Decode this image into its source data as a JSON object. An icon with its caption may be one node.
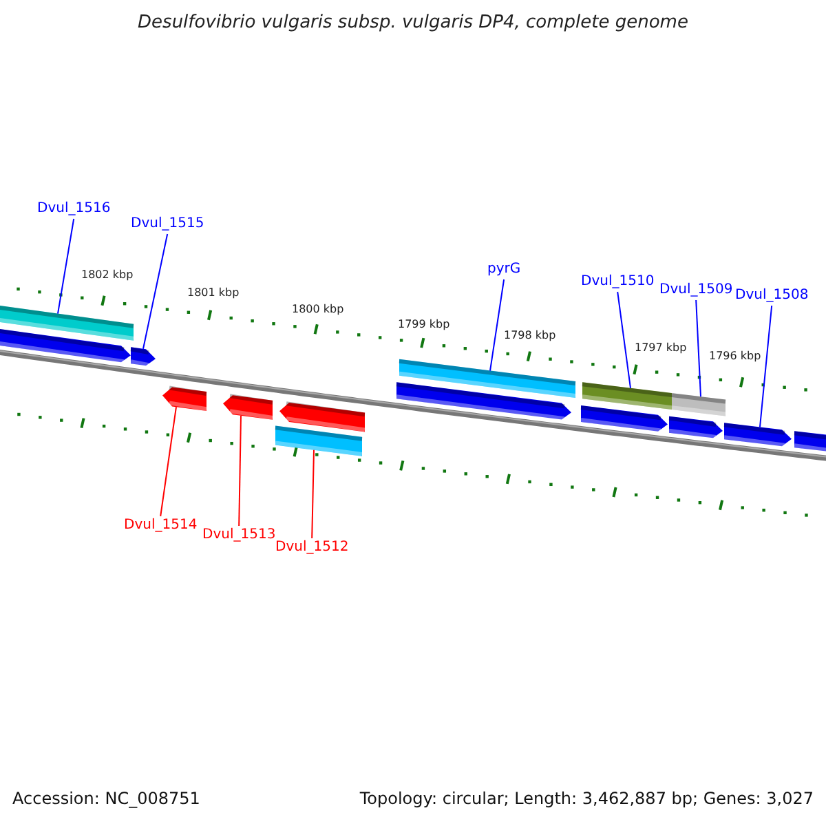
{
  "diagram": {
    "title": "Desulfovibrio vulgaris subsp. vulgaris DP4, complete genome",
    "nodes": [
      {
        "text": [
          "Dvul_1516"
        ]
      },
      {
        "text": [
          "Dvul_1515"
        ]
      },
      {
        "text": [
          "pyrG"
        ]
      },
      {
        "text": [
          "Dvul_1510"
        ]
      },
      {
        "text": [
          "Dvul_1509"
        ]
      },
      {
        "text": [
          "Dvul_1508"
        ]
      },
      {
        "text": [],
        "shape": "bar"
      },
      {
        "text": [],
        "shape": "arrow"
      },
      {
        "text": [],
        "shape": "arrow"
      },
      {
        "text": [],
        "shape": "arrow"
      },
      {
        "text": [],
        "shape": "arrow"
      },
      {
        "text": [],
        "shape": "bar"
      },
      {
        "text": [],
        "shape": "arrow"
      },
      {
        "text": [],
        "shape": "arrow"
      },
      {
        "text": [],
        "shape": "bar"
      },
      {
        "text": [],
        "shape": "arrow"
      },
      {
        "text": [],
        "shape": "bar"
      },
      {
        "text": [],
        "shape": "arrow"
      },
      {
        "text": [],
        "shape": "bar"
      },
      {
        "text": [],
        "shape": "arrow"
      },
      {
        "text": [],
        "shape": "arrow"
      },
      {
        "text": [
          "Dvul_1514"
        ]
      },
      {
        "text": [
          "Dvul_1513"
        ]
      },
      {
        "text": [
          "Dvul_1512"
        ]
      }
    ],
    "edges": [
      {
        "from": 0,
        "to": 6,
        "arrow": "none"
      },
      {
        "from": 1,
        "to": 8,
        "arrow": "none"
      },
      {
        "from": 2,
        "to": 14,
        "arrow": "none"
      },
      {
        "from": 3,
        "to": 16,
        "arrow": "none"
      },
      {
        "from": 4,
        "to": 18,
        "arrow": "none"
      },
      {
        "from": 5,
        "to": 19,
        "arrow": "none"
      },
      {
        "from": 21,
        "to": 9,
        "arrow": "none",
        "color": "#ff0000"
      },
      {
        "from": 22,
        "to": 10,
        "arrow": "none",
        "color": "#ff0000"
      },
      {
        "from": 23,
        "to": 11,
        "arrow": "none",
        "color": "#ff0000"
      }
    ],
    "labels": [
      "1802 kbp",
      "1801 kbp",
      "1800 kbp",
      "1799 kbp",
      "1798 kbp",
      "1797 kbp",
      "1796 kbp",
      "Accession: NC_008751",
      "Topology: circular; Length: 3,462,887 bp; Genes: 3,027"
    ]
  }
}
